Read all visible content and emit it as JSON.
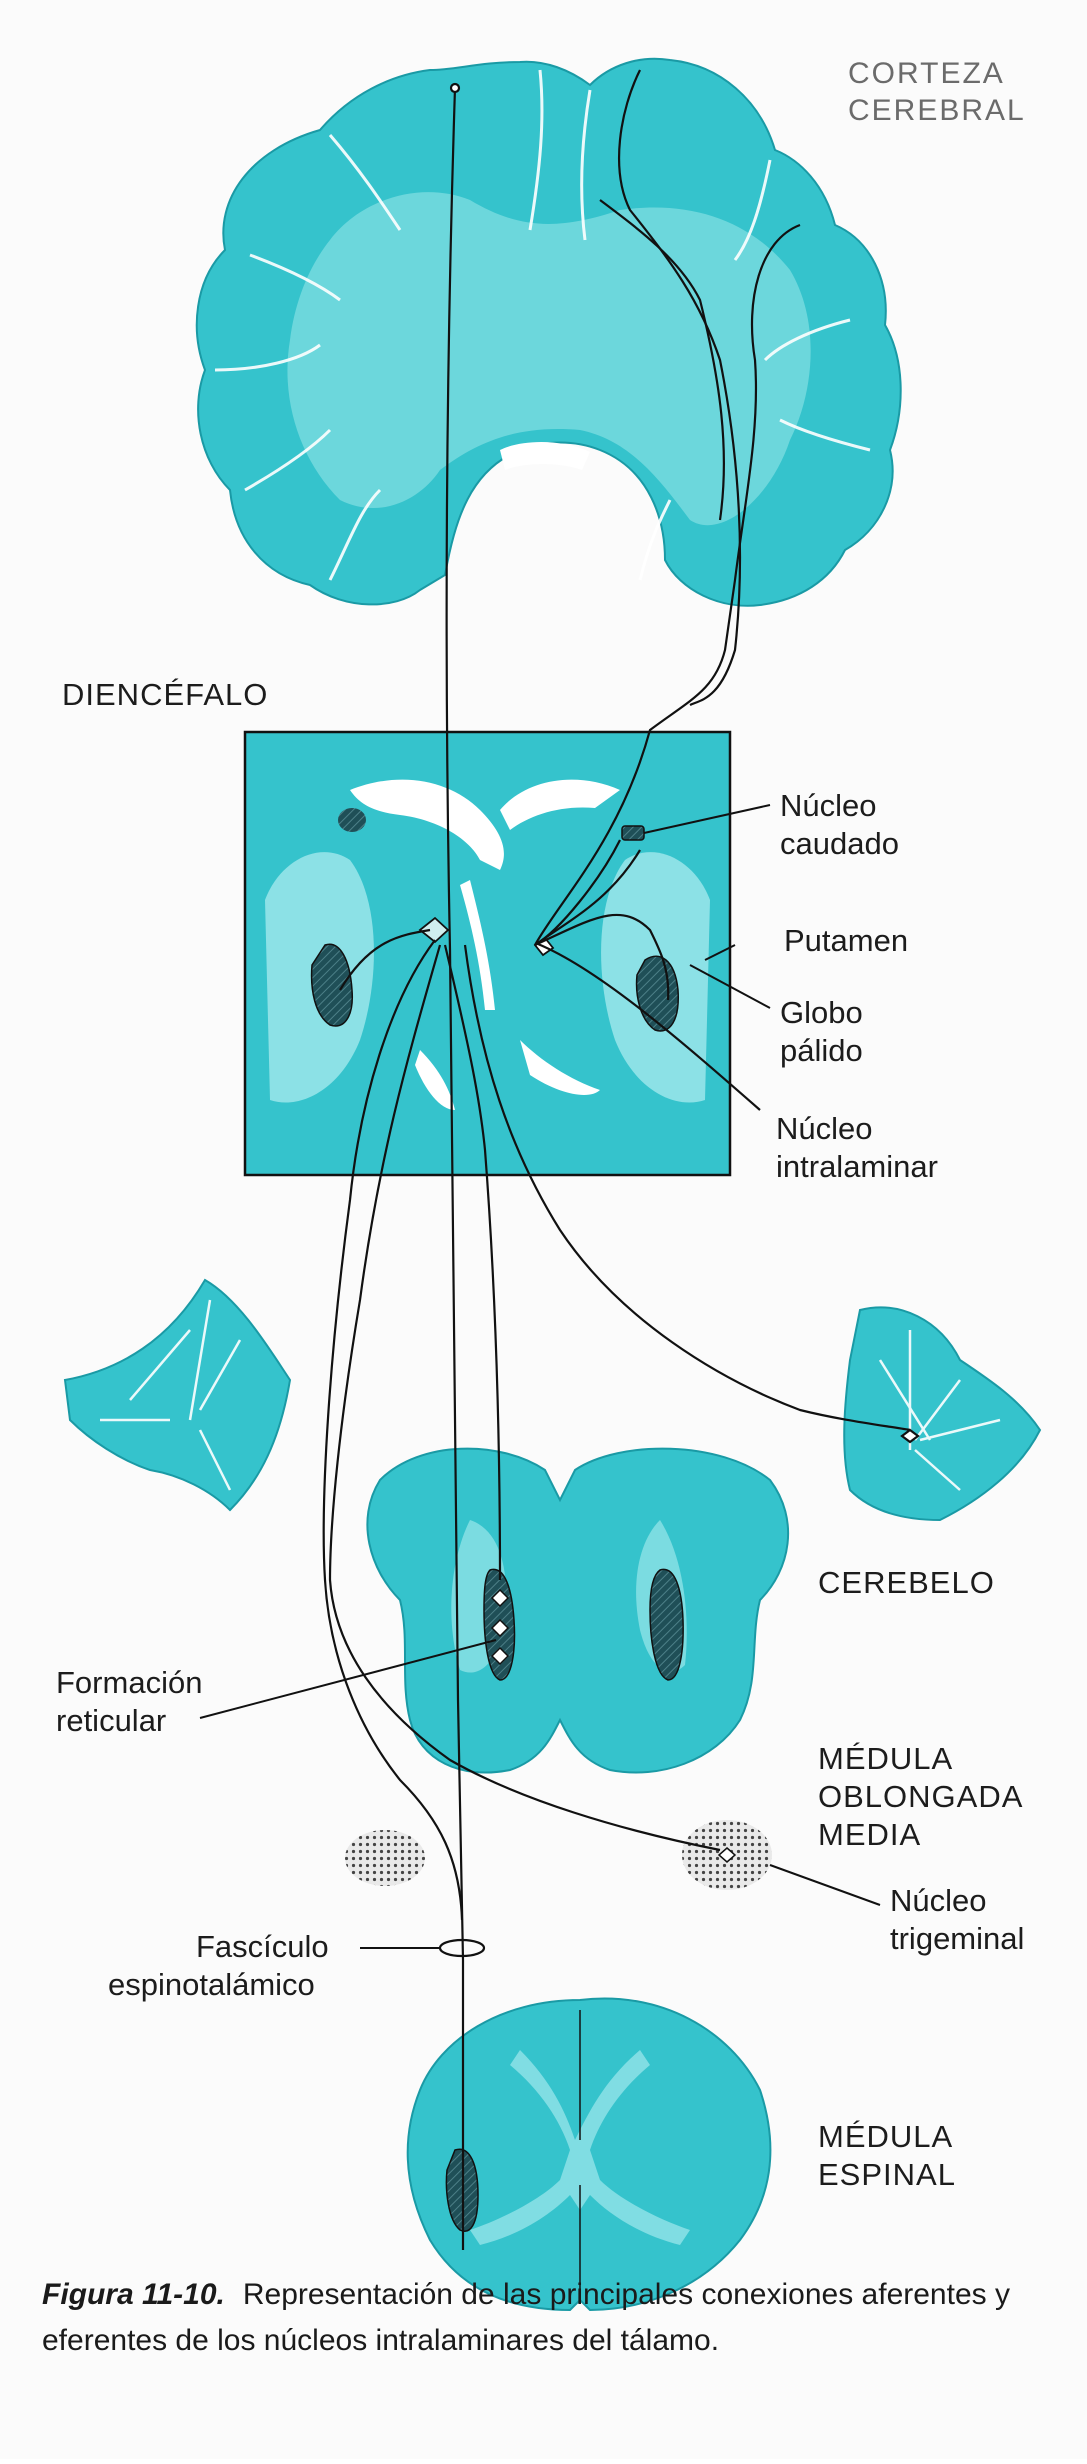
{
  "labels": {
    "corteza_line1": "CORTEZA",
    "corteza_line2": "CEREBRAL",
    "diencefalo": "DIENCÉFALO",
    "nucleo_caudado_line1": "Núcleo",
    "nucleo_caudado_line2": "caudado",
    "putamen": "Putamen",
    "globo_palido_line1": "Globo",
    "globo_palido_line2": "pálido",
    "nucleo_intralaminar_line1": "Núcleo",
    "nucleo_intralaminar_line2": "intralaminar",
    "cerebelo": "CEREBELO",
    "formacion_reticular_line1": "Formación",
    "formacion_reticular_line2": "reticular",
    "medula_oblongada_line1": "MÉDULA",
    "medula_oblongada_line2": "OBLONGADA",
    "medula_oblongada_line3": "MEDIA",
    "nucleo_trigeminal_line1": "Núcleo",
    "nucleo_trigeminal_line2": "trigeminal",
    "fasciculo_line1": "Fascículo",
    "fasciculo_line2": "espinotalámico",
    "medula_espinal_line1": "MÉDULA",
    "medula_espinal_line2": "ESPINAL"
  },
  "caption": {
    "figure_number": "Figura 11-10.",
    "text": "Representación de las principales conexiones aferentes y eferentes de los núcleos intralaminares del tálamo."
  },
  "colors": {
    "tissue": "#35c3cc",
    "tissue_light": "#7fdde2",
    "tissue_dark": "#1a9aa5",
    "nucleus_fill": "#1f4f57",
    "line": "#111111",
    "background": "#fbfbfb"
  }
}
